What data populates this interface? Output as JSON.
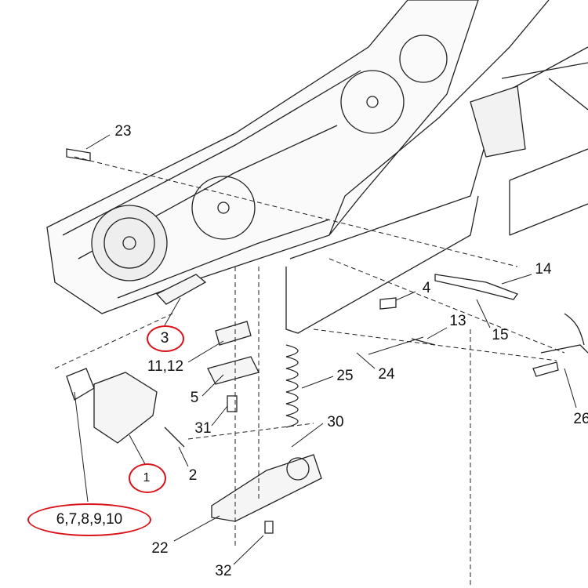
{
  "diagram": {
    "type": "exploded-parts-view",
    "highlight_color": "#d9141b",
    "callouts": [
      {
        "id": "c23",
        "text": "23"
      },
      {
        "id": "c3",
        "text": "3",
        "highlighted": true
      },
      {
        "id": "c11",
        "text": "11,12"
      },
      {
        "id": "c5",
        "text": "5"
      },
      {
        "id": "c31",
        "text": "31"
      },
      {
        "id": "c2",
        "text": "2"
      },
      {
        "id": "c1",
        "text": "1",
        "highlighted": true
      },
      {
        "id": "c6",
        "text": "6,7,8,9,10",
        "highlighted": true
      },
      {
        "id": "c22",
        "text": "22"
      },
      {
        "id": "c32",
        "text": "32"
      },
      {
        "id": "c30",
        "text": "30"
      },
      {
        "id": "c25",
        "text": "25"
      },
      {
        "id": "c24",
        "text": "24"
      },
      {
        "id": "c13",
        "text": "13"
      },
      {
        "id": "c4",
        "text": "4"
      },
      {
        "id": "c14",
        "text": "14"
      },
      {
        "id": "c15",
        "text": "15"
      },
      {
        "id": "c26",
        "text": "26"
      }
    ]
  }
}
